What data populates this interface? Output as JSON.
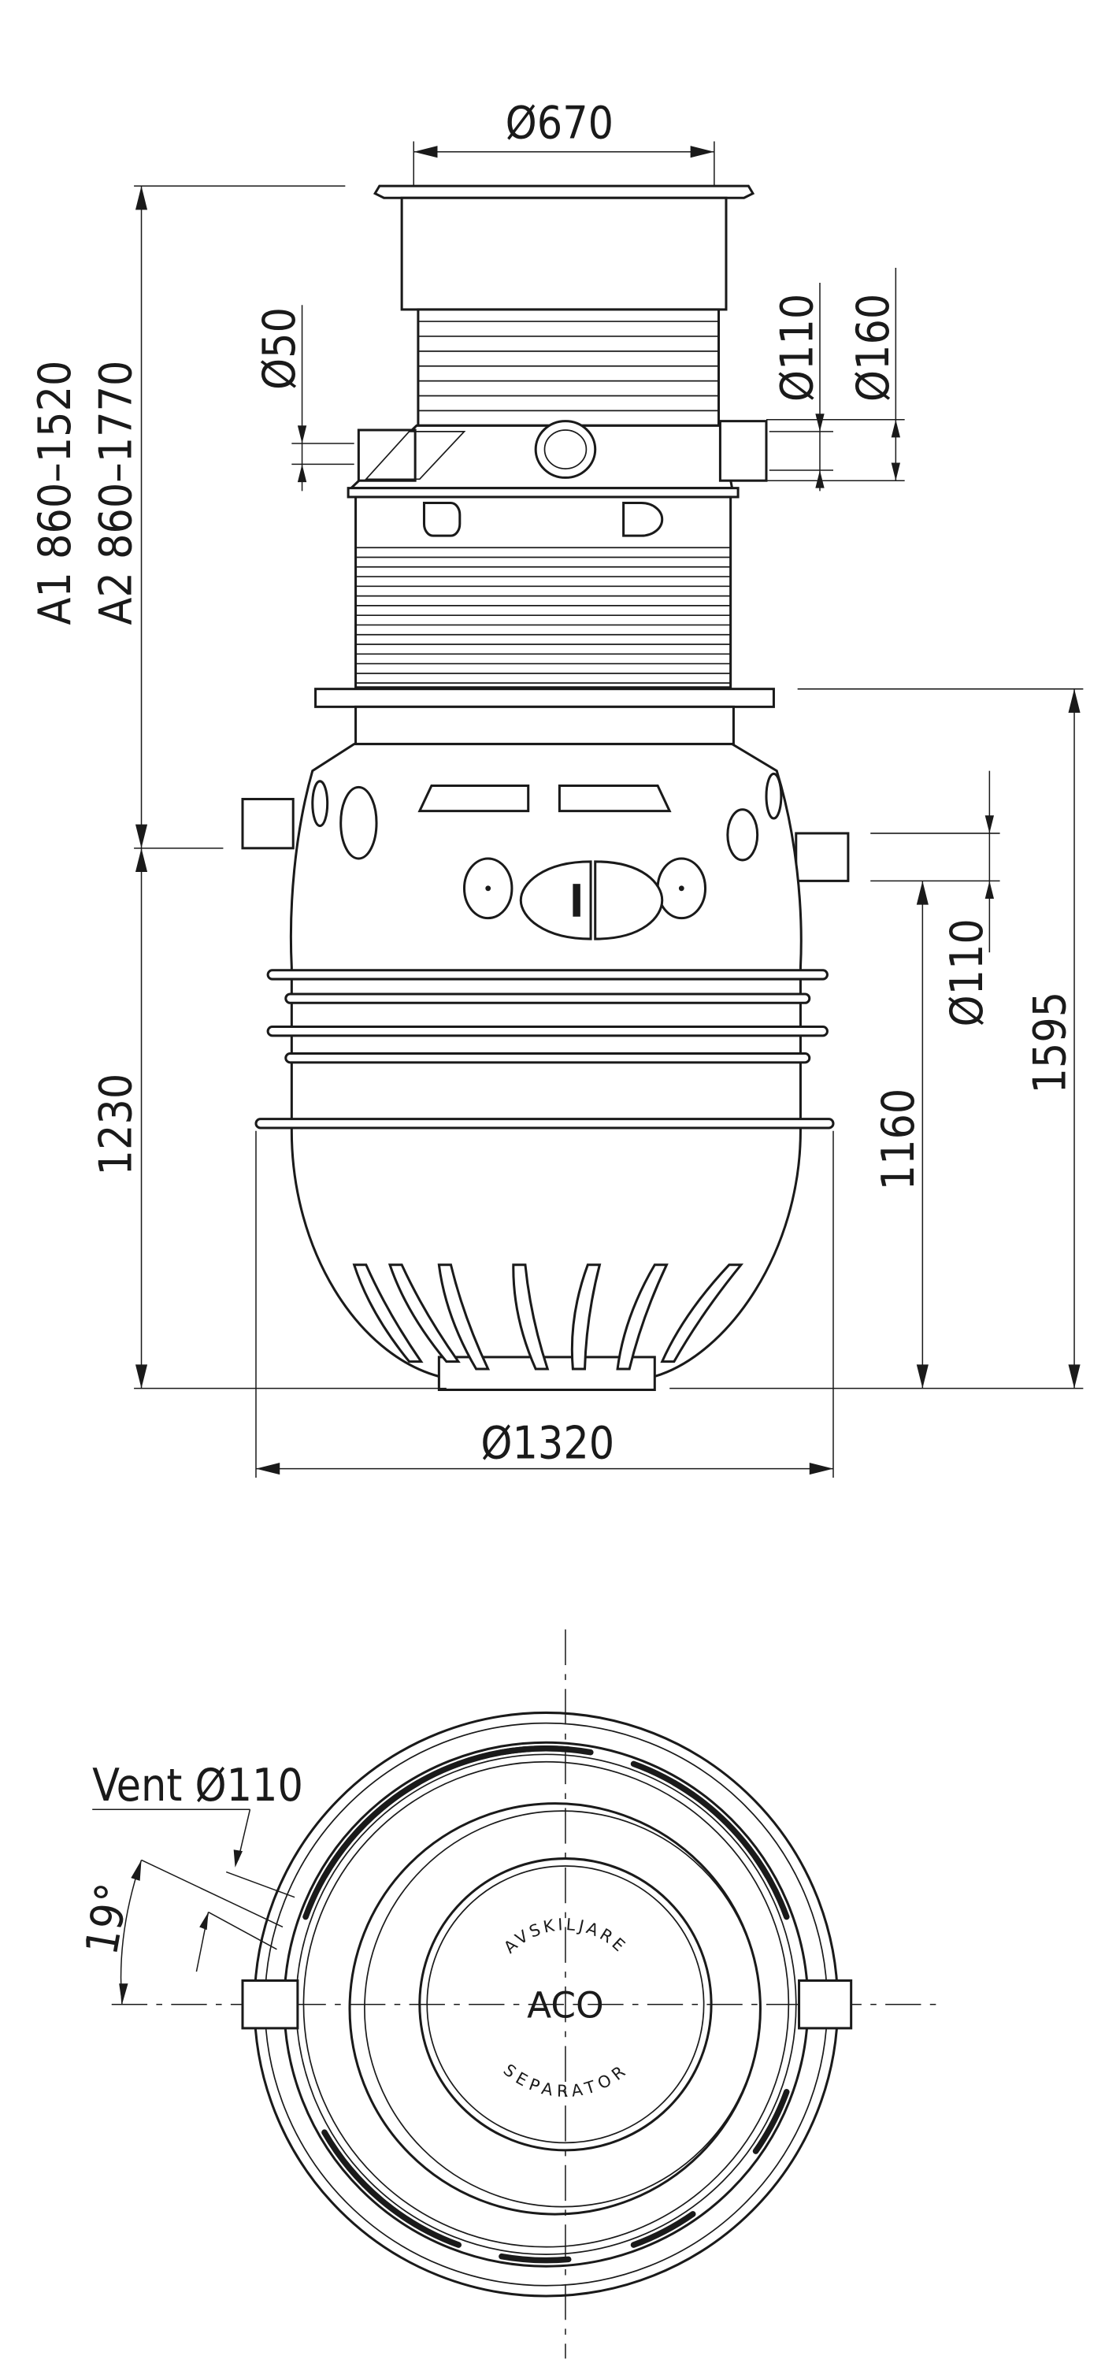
{
  "side_view": {
    "dim_lid_diameter": "Ø670",
    "dim_riser_height_a1": "A1  860–1520",
    "dim_riser_height_a2": "A2  860–1770",
    "dim_vent_pipe": "Ø50",
    "dim_outlet_pipe": "Ø110",
    "dim_outlet_collar": "Ø160",
    "dim_inlet_pipe": "Ø110",
    "dim_inlet_height": "1230",
    "dim_outlet_height": "1160",
    "dim_total_height": "1595",
    "dim_tank_diameter": "Ø1320"
  },
  "top_view": {
    "vent_label": "Vent Ø110",
    "angle_label": "19°",
    "lid_logo": "ACO",
    "lid_text_top": "AVSKILJARE",
    "lid_text_bottom": "SEPARATOR"
  }
}
